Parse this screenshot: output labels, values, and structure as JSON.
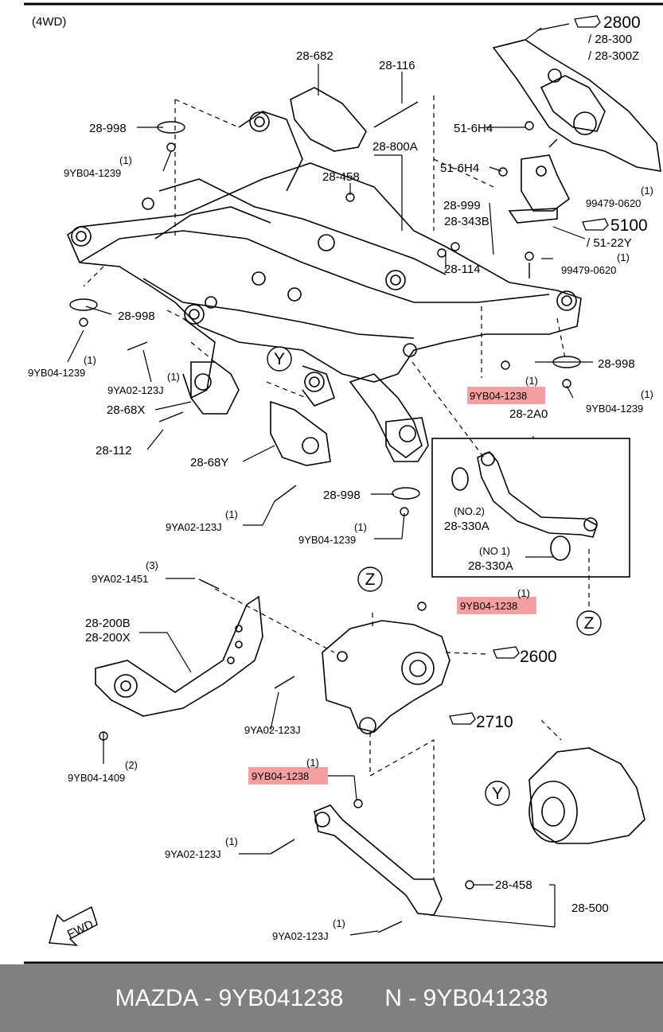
{
  "variant": "(4WD)",
  "part_labels": {
    "p28_682": "28-682",
    "p28_116": "28-116",
    "p28_998_a": "28-998",
    "q1_a": "(1)",
    "p9yb04_1239_a": "9YB04-1239",
    "p28_800a": "28-800A",
    "p28_458_a": "28-458",
    "p51_6h4_a": "51-6H4",
    "p51_6h4_b": "51-6H4",
    "p28_999": "28-999",
    "p28_343b": "28-343B",
    "p28_114": "28-114",
    "q1_b": "(1)",
    "p99479_0620_a": "99479-0620",
    "q1_c": "(1)",
    "p99479_0620_b": "99479-0620",
    "p28_998_b": "28-998",
    "q1_d": "(1)",
    "p9yb04_1239_b": "9YB04-1239",
    "q1_e": "(1)",
    "p9ya02_123j_a": "9YA02-123J",
    "p28_68x": "28-68X",
    "p28_112": "28-112",
    "p28_68y": "28-68Y",
    "q1_f": "(1)",
    "p9yb04_1238_a": "9YB04-1238",
    "p28_2a0": "28-2A0",
    "p28_998_c": "28-998",
    "q1_g": "(1)",
    "p9yb04_1239_c": "9YB04-1239",
    "p28_998_d": "28-998",
    "q1_h": "(1)",
    "p9ya02_123j_b": "9YA02-123J",
    "q1_i": "(1)",
    "p9yb04_1239_d": "9YB04-1239",
    "no2": "(NO.2)",
    "p28_330a_a": "28-330A",
    "no1": "(NO 1)",
    "p28_330a_b": "28-330A",
    "q3": "(3)",
    "p9ya02_1451": "9YA02-1451",
    "q1_j": "(1)",
    "p9yb04_1238_b": "9YB04-1238",
    "p28_200b": "28-200B",
    "p28_200x": "28-200X",
    "p9ya02_123j_c": "9YA02-123J",
    "q2": "(2)",
    "p9yb04_1409": "9YB04-1409",
    "q1_k": "(1)",
    "p9yb04_1238_c": "9YB04-1238",
    "q1_l": "(1)",
    "p9ya02_123j_d": "9YA02-123J",
    "p28_458_b": "28-458",
    "p28_500": "28-500",
    "q1_m": "(1)",
    "p9ya02_123j_e": "9YA02-123J"
  },
  "section_refs": {
    "r2800": "2800",
    "r28_300": "/ 28-300",
    "r28_300z": "/ 28-300Z",
    "r5100": "5100",
    "r51_22y": "/ 51-22Y",
    "r2600": "2600",
    "r2710": "2710"
  },
  "view_markers": {
    "y1": "Y",
    "y2": "Y",
    "z1": "Z",
    "z2": "Z"
  },
  "fwd_label": "FWD",
  "highlight_color": "#f4a0a0",
  "footer": {
    "left": "MAZDA - 9YB041238",
    "right": "N - 9YB041238"
  }
}
